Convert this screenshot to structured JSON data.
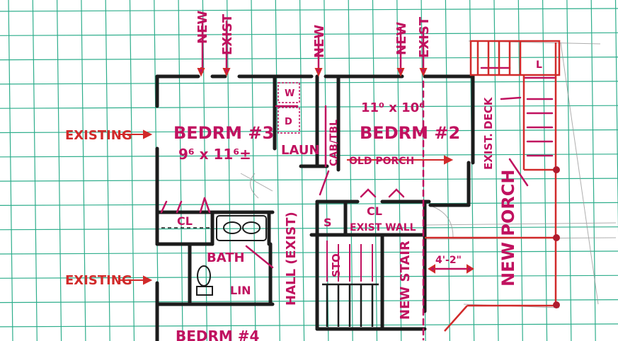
{
  "colors": {
    "grid": "#2fae8c",
    "walls": "#1c1c1c",
    "annotation_magenta": "#c0115f",
    "annotation_red": "#d12a2a",
    "pencil": "#9a9a9a",
    "paper": "#ffffff"
  },
  "labels": {
    "new_1": "NEW",
    "exist_1": "EXIST",
    "new_2": "NEW",
    "new_3": "NEW",
    "exist_2": "EXIST",
    "existing_top": "EXISTING",
    "existing_bottom": "EXISTING",
    "bedrm3_title": "BEDRM #3",
    "bedrm3_dims": "9⁶ x 11⁶±",
    "laun": "LAUN",
    "cab_tbl": "CAB/TBL",
    "washer": "W",
    "dryer": "D",
    "bedrm2_dims": "11⁰ x 10⁶",
    "bedrm2_title": "BEDRM #2",
    "old_porch": "OLD PORCH",
    "exist_deck": "EXIST. DECK",
    "new_porch": "NEW PORCH",
    "cl_left": "CL",
    "cl_right": "CL",
    "s_label": "S",
    "exist_wall": "EXIST WALL",
    "bath": "BATH",
    "lin": "LIN",
    "hall_exist": "HALL (EXIST)",
    "sto": "STO",
    "new_stair": "NEW STAIR",
    "dim_4_2": "4'-2\"",
    "bedrm4_title": "BEDRM #4",
    "stair_l": "L"
  }
}
